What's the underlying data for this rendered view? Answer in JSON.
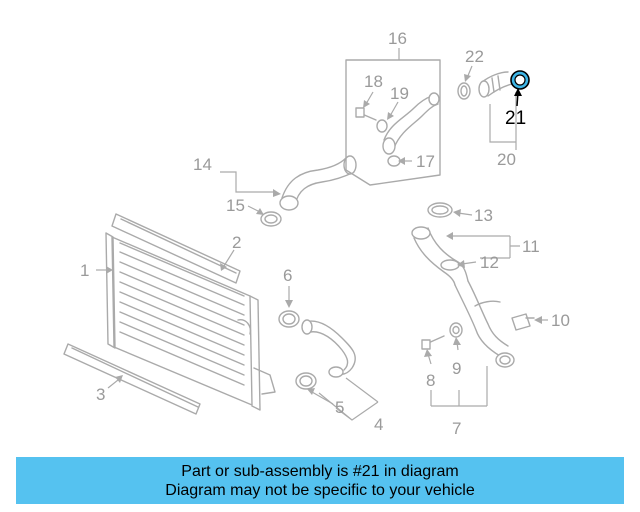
{
  "diagram": {
    "callouts": {
      "c1": "1",
      "c2": "2",
      "c3": "3",
      "c4": "4",
      "c5": "5",
      "c6": "6",
      "c7": "7",
      "c8": "8",
      "c9": "9",
      "c10": "10",
      "c11": "11",
      "c12": "12",
      "c13": "13",
      "c14": "14",
      "c15": "15",
      "c16": "16",
      "c17": "17",
      "c18": "18",
      "c19": "19",
      "c20": "20",
      "c21": "21",
      "c22": "22"
    },
    "highlighted_part": "21",
    "colors": {
      "line": "#aaaaaa",
      "highlight_fill": "#3fb6e6",
      "highlight_text": "#000000"
    }
  },
  "banner": {
    "line1": "Part or sub-assembly is #21 in diagram",
    "line2": "Diagram may not be specific to your vehicle",
    "background": "#55c2f0"
  }
}
